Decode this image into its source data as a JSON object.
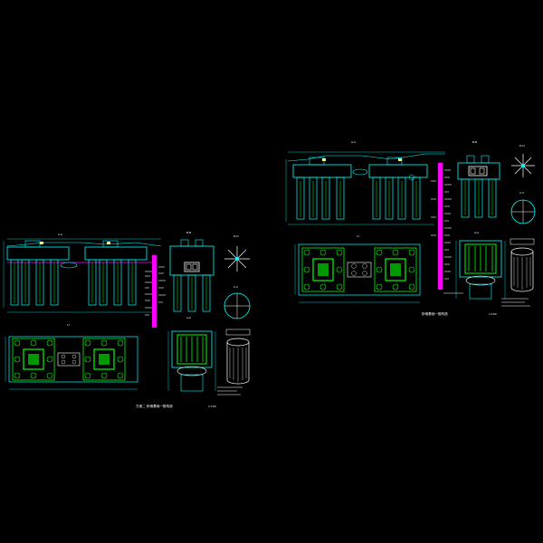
{
  "colors": {
    "background": "#000000",
    "outline": "#00ffff",
    "pile": "#00ff00",
    "rebar": "#ffffff",
    "highlight": "#ff00ff",
    "dimension": "#ffff66",
    "accent": "#ff4444"
  },
  "sheet_left": {
    "label_elevation": "A-A",
    "label_side": "B-B",
    "label_plan": "I-I",
    "label_d": "D-D",
    "label_c": "C-C",
    "label_section": "A-A",
    "title": "方案二 桥墩基础一般构造",
    "scale": "1:100"
  },
  "sheet_right": {
    "label_elevation": "A-A",
    "label_side": "B-B",
    "label_plan": "I-I",
    "label_d": "D-D",
    "label_c": "C-C",
    "label_section": "A-A",
    "title": "桥墩基础一般构造",
    "scale": "1:100"
  }
}
